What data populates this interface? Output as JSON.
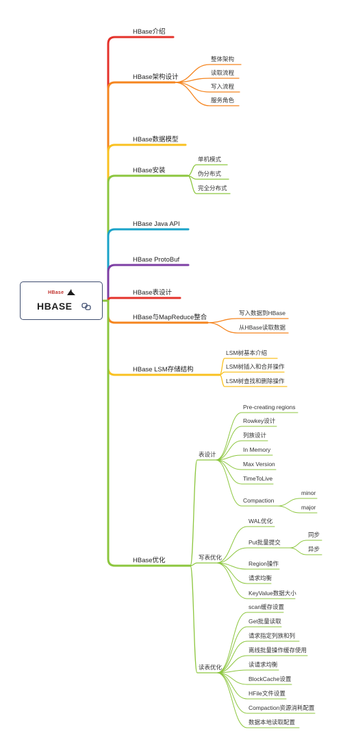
{
  "root": {
    "title": "HBASE",
    "logo_text": "HBase",
    "link_icon": "link-icon"
  },
  "branches": [
    {
      "label": "HBase介绍",
      "color": "#e4322b",
      "children": []
    },
    {
      "label": "HBase架构设计",
      "color": "#f5851f",
      "children": [
        {
          "label": "整体架构"
        },
        {
          "label": "读取流程"
        },
        {
          "label": "写入流程"
        },
        {
          "label": "服务角色"
        }
      ]
    },
    {
      "label": "HBase数据模型",
      "color": "#f9c120",
      "children": []
    },
    {
      "label": "HBase安装",
      "color": "#8cc63e",
      "children": [
        {
          "label": "单机模式"
        },
        {
          "label": "伪分布式"
        },
        {
          "label": "完全分布式"
        }
      ]
    },
    {
      "label": "HBase Java API",
      "color": "#1aa3c9",
      "children": []
    },
    {
      "label": "HBase ProtoBuf",
      "color": "#7d3fa4",
      "children": []
    },
    {
      "label": "HBase表设计",
      "color": "#e4322b",
      "children": []
    },
    {
      "label": "HBase与MapReduce整合",
      "color": "#f5851f",
      "children": [
        {
          "label": "写入数据到HBase"
        },
        {
          "label": "从HBase读取数据"
        }
      ]
    },
    {
      "label": "HBase LSM存储结构",
      "color": "#f9c120",
      "children": [
        {
          "label": "LSM树基本介绍"
        },
        {
          "label": "LSM树插入和合并操作"
        },
        {
          "label": "LSM树查找和删除操作"
        }
      ]
    },
    {
      "label": "HBase优化",
      "color": "#8cc63e",
      "children": [
        {
          "label": "表设计",
          "children": [
            {
              "label": "Pre-creating regions"
            },
            {
              "label": "Rowkey设计"
            },
            {
              "label": "列族设计"
            },
            {
              "label": "In Memory"
            },
            {
              "label": "Max Version"
            },
            {
              "label": "TimeToLive"
            },
            {
              "label": "Compaction",
              "children": [
                {
                  "label": "minor"
                },
                {
                  "label": "major"
                }
              ]
            }
          ]
        },
        {
          "label": "写表优化",
          "children": [
            {
              "label": "WAL优化"
            },
            {
              "label": "Put批量提交",
              "children": [
                {
                  "label": "同步"
                },
                {
                  "label": "异步"
                }
              ]
            },
            {
              "label": "Region操作"
            },
            {
              "label": "请求均衡"
            },
            {
              "label": "KeyValue数据大小"
            }
          ]
        },
        {
          "label": "读表优化",
          "children": [
            {
              "label": "scan缓存设置"
            },
            {
              "label": "Get批量读取"
            },
            {
              "label": "请求指定列族和列"
            },
            {
              "label": "离线批量操作缓存使用"
            },
            {
              "label": "读请求均衡"
            },
            {
              "label": "BlockCache设置"
            },
            {
              "label": "HFile文件设置"
            },
            {
              "label": "Compaction资源消耗配置"
            },
            {
              "label": "数据本地读取配置"
            }
          ]
        }
      ]
    }
  ]
}
